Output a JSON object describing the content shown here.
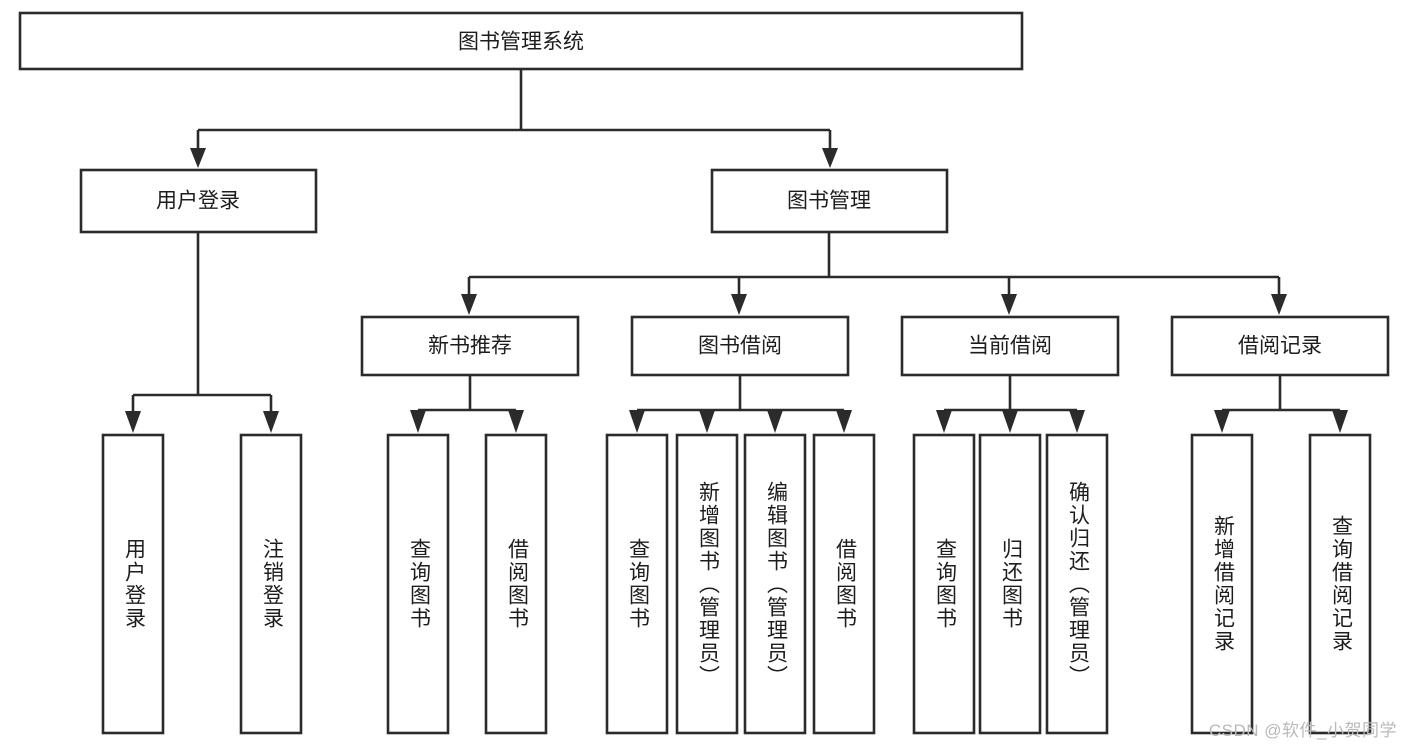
{
  "diagram": {
    "title": "图书管理系统",
    "type": "tree-hierarchy-chart",
    "watermark": "CSDN @软件_小贺同学",
    "colors": {
      "stroke": "#2b2b2b",
      "fill": "#ffffff",
      "text": "#1d1d1d",
      "watermark": "#b9b9b9"
    },
    "levels": {
      "root": {
        "label": "图书管理系统"
      },
      "level2": [
        {
          "label": "用户登录"
        },
        {
          "label": "图书管理"
        }
      ],
      "level3": [
        {
          "label": "新书推荐"
        },
        {
          "label": "图书借阅"
        },
        {
          "label": "当前借阅"
        },
        {
          "label": "借阅记录"
        }
      ],
      "leaves": {
        "user_login": [
          {
            "label": "用户登录"
          },
          {
            "label": "注销登录"
          }
        ],
        "new_book_recommend": [
          {
            "label": "查询图书"
          },
          {
            "label": "借阅图书"
          }
        ],
        "book_borrow": [
          {
            "label": "查询图书"
          },
          {
            "label": "新增图书（管理员）"
          },
          {
            "label": "编辑图书（管理员）"
          },
          {
            "label": "借阅图书"
          }
        ],
        "current_borrow": [
          {
            "label": "查询图书"
          },
          {
            "label": "归还图书"
          },
          {
            "label": "确认归还（管理员）"
          }
        ],
        "borrow_records": [
          {
            "label": "新增借阅记录"
          },
          {
            "label": "查询借阅记录"
          }
        ]
      }
    }
  }
}
